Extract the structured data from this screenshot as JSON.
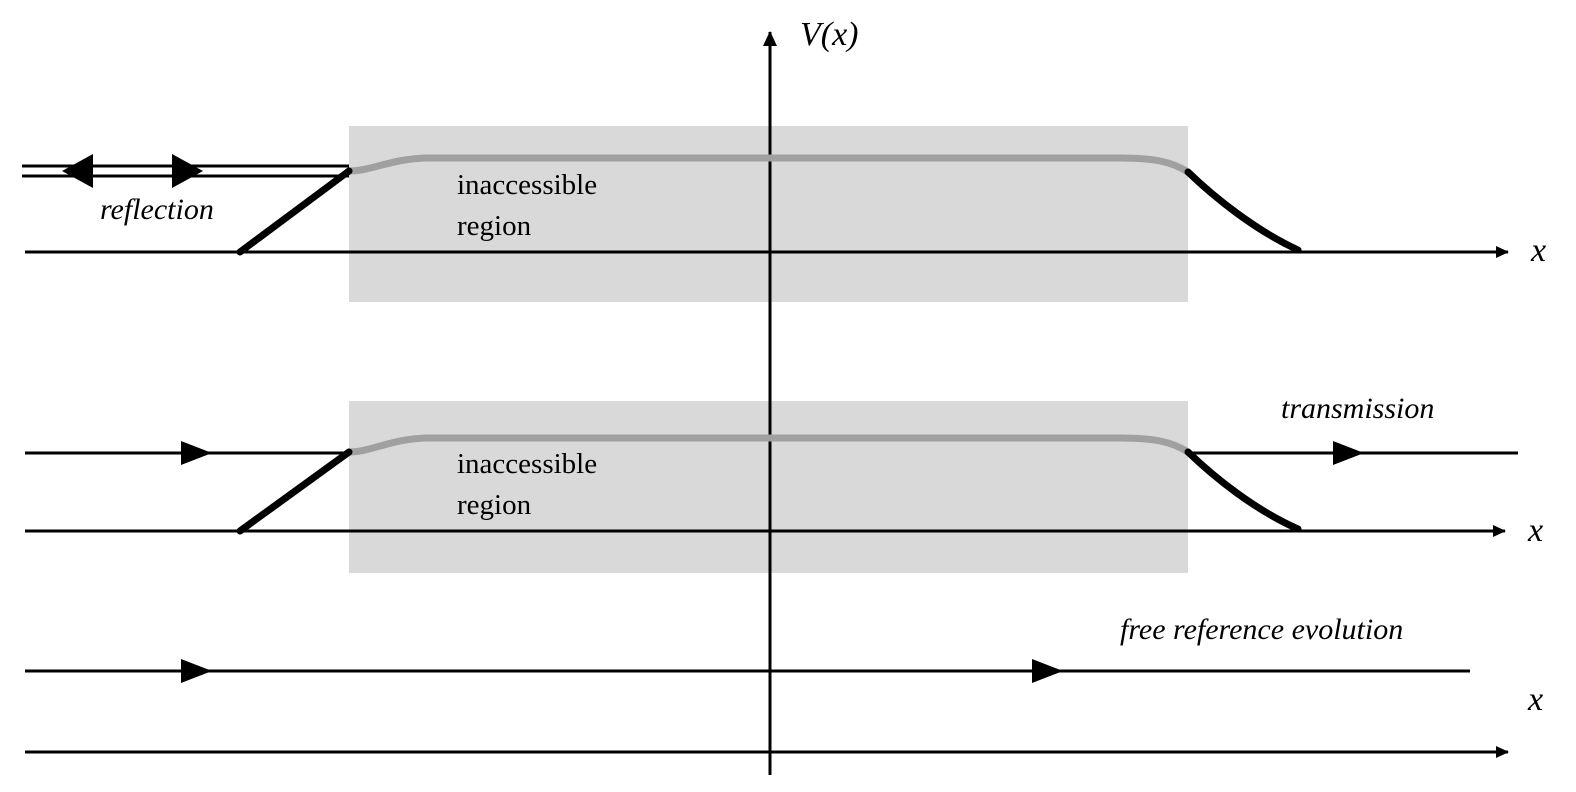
{
  "figure": {
    "type": "physics-schematic",
    "description": "Quantum tunnelling schematic: three stacked panels showing a wave packet reflecting from, transmitting through, and freely evolving past a smooth potential barrier.",
    "background_color": "#ffffff",
    "colors": {
      "ink": "#000000",
      "barrier_fill": "#d9d9d9",
      "barrier_curve": "#a0a0a0"
    }
  },
  "axes": {
    "vertical_axis_label": "V(x)",
    "horizontal_axis_label_top": "x",
    "horizontal_axis_label_middle": "x",
    "horizontal_axis_label_bottom": "x"
  },
  "panels": [
    {
      "id": "reflection-panel",
      "annotation": "reflection",
      "region_label_line1": "inaccessible",
      "region_label_line2": "region",
      "arrows": [
        "incoming-right",
        "reflected-left"
      ],
      "barrier": true
    },
    {
      "id": "transmission-panel",
      "annotation": "transmission",
      "region_label_line1": "inaccessible",
      "region_label_line2": "region",
      "arrows": [
        "incoming-right",
        "outgoing-right"
      ],
      "barrier": true
    },
    {
      "id": "free-evolution-panel",
      "annotation": "free reference evolution",
      "region_label_line1": "",
      "region_label_line2": "",
      "arrows": [
        "incoming-right",
        "outgoing-right"
      ],
      "barrier": false
    }
  ],
  "chart_data": {
    "type": "line",
    "title": "",
    "xlabel": "x",
    "ylabel": "V(x)",
    "grid": false,
    "legend": null,
    "annotations": [
      {
        "text": "reflection",
        "x": 0.08,
        "y": 0.76
      },
      {
        "text": "inaccessible region",
        "x": 0.3,
        "y": 0.76
      },
      {
        "text": "transmission",
        "x": 0.83,
        "y": 0.48
      },
      {
        "text": "inaccessible region",
        "x": 0.3,
        "y": 0.42
      },
      {
        "text": "free reference evolution",
        "x": 0.75,
        "y": 0.2
      }
    ],
    "series": [
      {
        "name": "potential-barrier-top",
        "x": [
          0.16,
          0.22,
          0.26,
          0.34,
          0.5,
          0.66,
          0.74,
          0.78,
          0.83
        ],
        "values": [
          0.0,
          0.55,
          0.88,
          1.0,
          1.0,
          1.0,
          0.93,
          0.62,
          0.0
        ]
      },
      {
        "name": "potential-barrier-middle",
        "x": [
          0.16,
          0.22,
          0.26,
          0.34,
          0.5,
          0.66,
          0.74,
          0.78,
          0.83
        ],
        "values": [
          0.0,
          0.55,
          0.88,
          1.0,
          1.0,
          1.0,
          0.93,
          0.62,
          0.0
        ]
      }
    ]
  }
}
